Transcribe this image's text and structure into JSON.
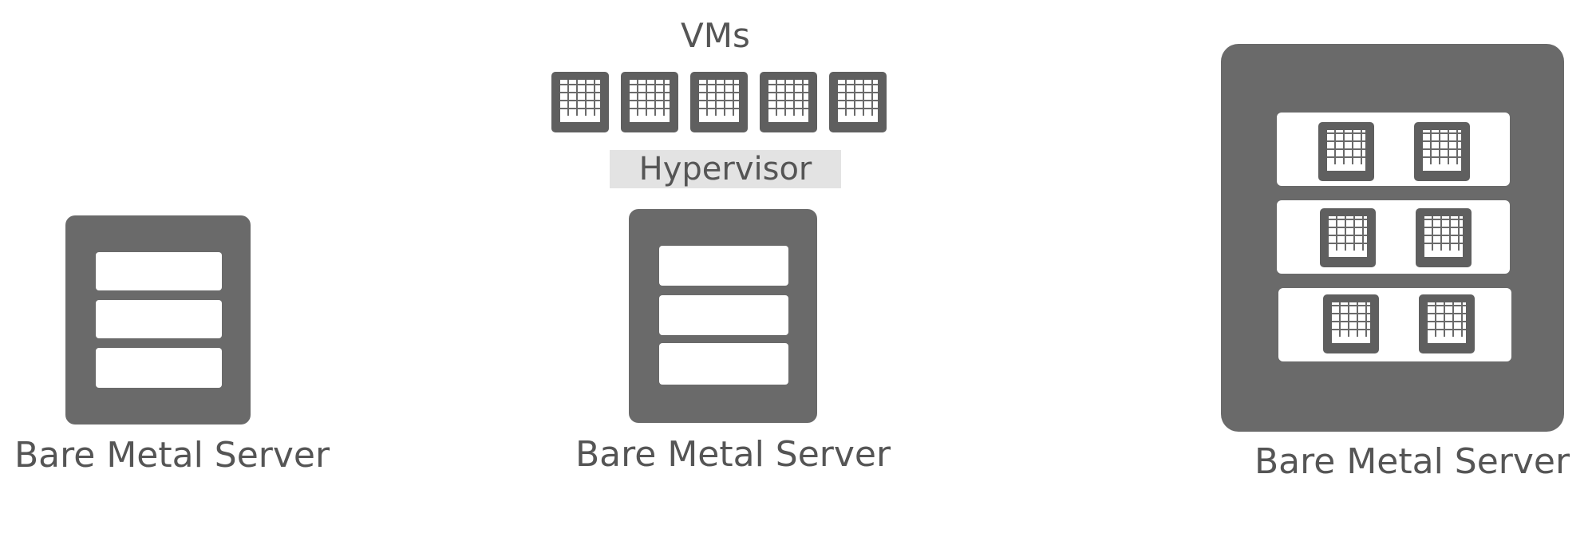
{
  "diagram": {
    "vms_label": "VMs",
    "hypervisor_label": "Hypervisor",
    "server_label_left": "Bare Metal Server",
    "server_label_middle": "Bare Metal Server",
    "server_label_right": "Bare Metal Server",
    "vm_count": 5,
    "colors": {
      "server_fill": "#6a6a6a",
      "hypervisor_fill": "#e3e3e3",
      "text": "#555555"
    }
  }
}
